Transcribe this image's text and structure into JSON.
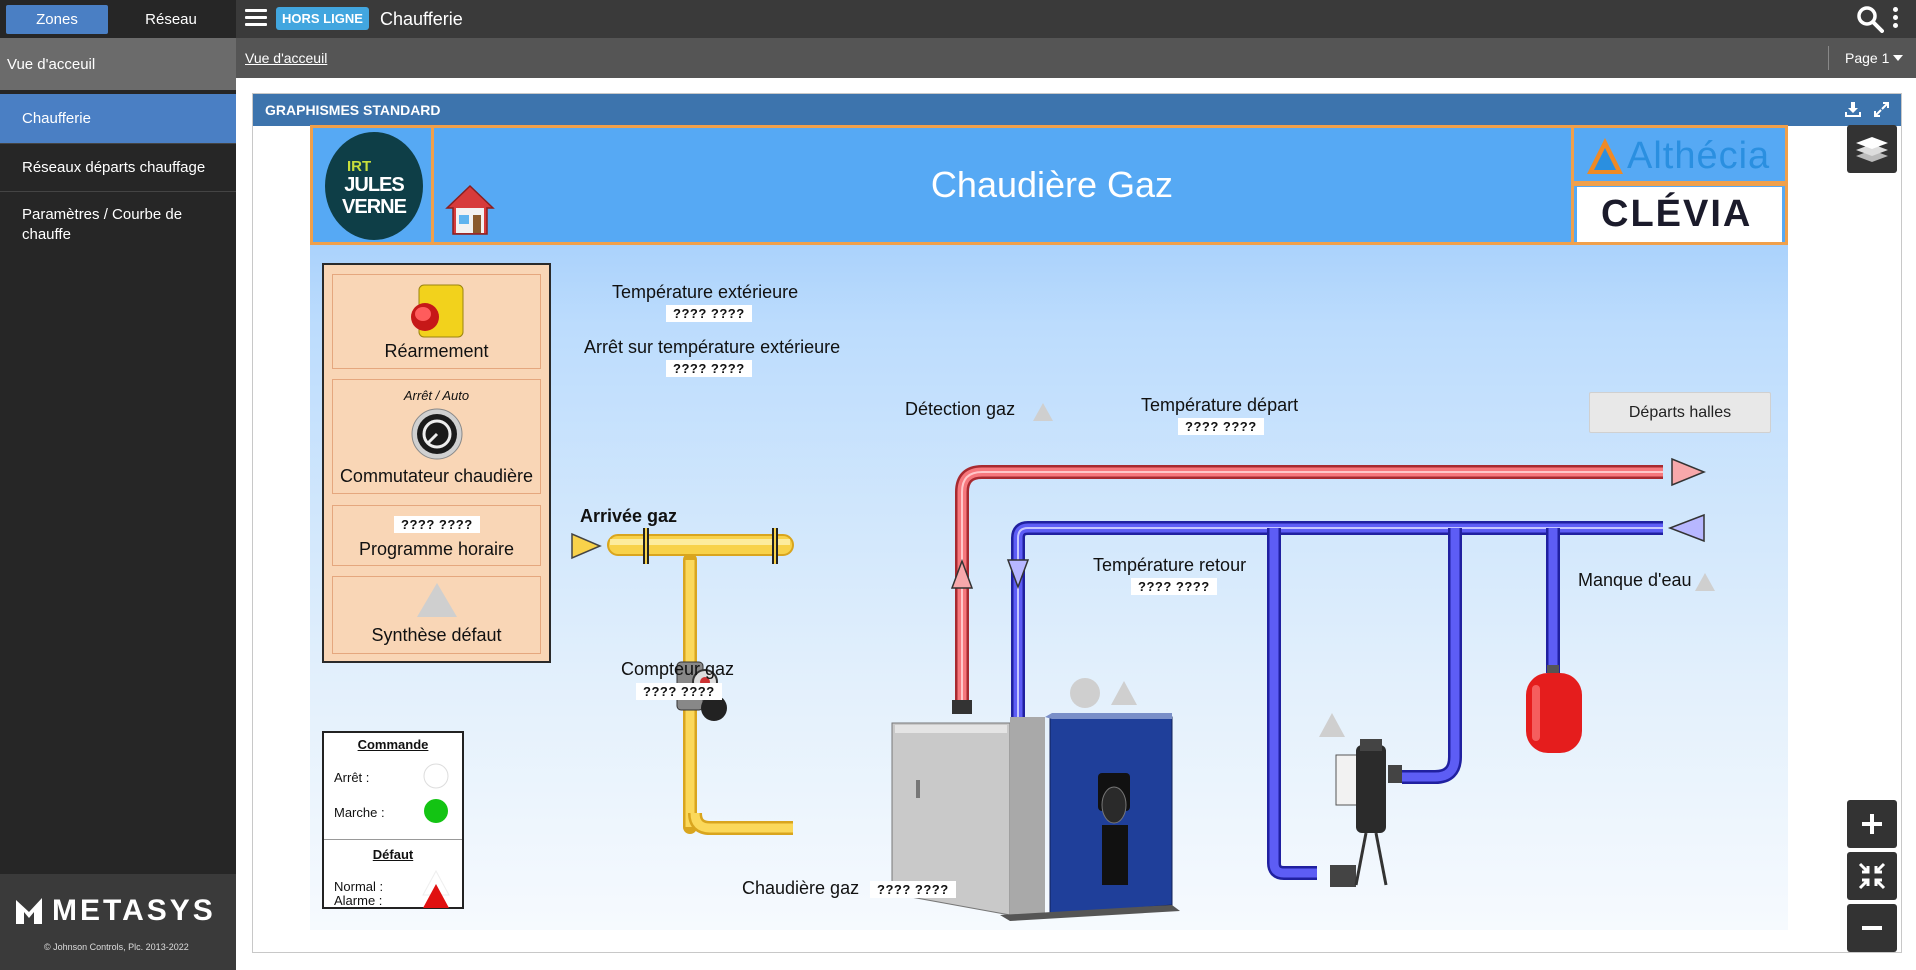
{
  "sidebar": {
    "tabs": [
      {
        "label": "Zones"
      },
      {
        "label": "Réseau"
      }
    ],
    "home": "Vue d'acceuil",
    "items": [
      {
        "label": "Chaufferie"
      },
      {
        "label": "Réseaux départs chauffage"
      },
      {
        "label": "Paramètres / Courbe de chauffe"
      }
    ],
    "footer": {
      "logo": "METASYS",
      "copyright": "© Johnson Controls, Plc. 2013-2022"
    }
  },
  "topbar": {
    "status": "HORS LIGNE",
    "title": "Chaufferie"
  },
  "breadcrumb": {
    "link": "Vue d'acceuil",
    "page": "Page 1"
  },
  "panel": {
    "title": "GRAPHISMES STANDARD"
  },
  "graphic": {
    "title": "Chaudière Gaz",
    "logos": {
      "irt": [
        "IRT",
        "JULES",
        "VERNE"
      ],
      "althecia": "Althécia",
      "clevia": "CLÉVIA"
    },
    "controls": {
      "rearm": "Réarmement",
      "switch_caption": "Arrêt / Auto",
      "switch": "Commutateur chaudière",
      "schedule_value": "???? ????",
      "schedule": "Programme horaire",
      "fault": "Synthèse défaut"
    },
    "points": {
      "temp_ext": {
        "label": "Température extérieure",
        "value": "???? ????"
      },
      "stop_ext": {
        "label": "Arrêt sur température extérieure",
        "value": "???? ????"
      },
      "gas_detect": {
        "label": "Détection gaz"
      },
      "temp_depart": {
        "label": "Température départ",
        "value": "???? ????"
      },
      "temp_retour": {
        "label": "Température retour",
        "value": "???? ????"
      },
      "water_lack": {
        "label": "Manque d'eau"
      },
      "gas_arrival": {
        "label": "Arrivée gaz"
      },
      "gas_meter": {
        "label": "Compteur gaz",
        "value": "???? ????"
      },
      "boiler": {
        "label": "Chaudière gaz",
        "value": "???? ????"
      }
    },
    "departs_button": "Départs halles",
    "legend": {
      "command_title": "Commande",
      "stop": "Arrêt :",
      "run": "Marche :",
      "fault_title": "Défaut",
      "normal": "Normal :",
      "alarm": "Alarme :"
    },
    "colors": {
      "supply": "#f2545b",
      "return": "#3b3bf0",
      "gas": "#f8d24a",
      "banner": "#56a9f4",
      "frame": "#f0a04b",
      "run": "#13c413",
      "alarm": "#e01010"
    }
  }
}
